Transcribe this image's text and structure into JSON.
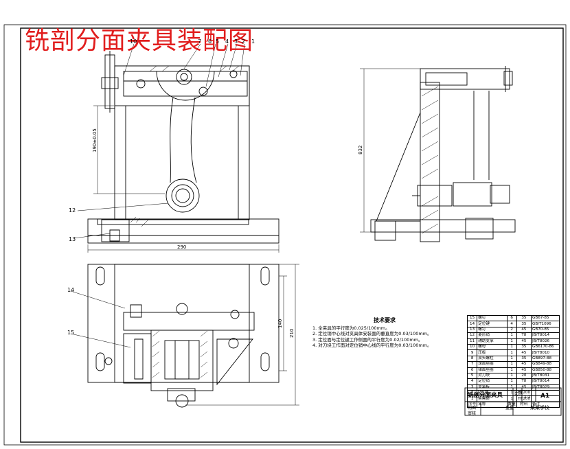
{
  "title": "铣剖分面夹具装配图",
  "front_view_callouts": {
    "c10": "10",
    "c7": "7",
    "c6": "6",
    "c5": "5",
    "c4": "4",
    "c3": "3",
    "c2": "2",
    "c1": "1",
    "c12": "12",
    "c13": "13"
  },
  "top_view_callouts": {
    "c14": "14",
    "c15": "15"
  },
  "dimensions": {
    "front_height": "190±0.05",
    "front_width": "290",
    "side_height": "832",
    "top_inner": "140",
    "top_outer": "210"
  },
  "tech_requirements": {
    "heading": "技术要求",
    "lines": [
      "1. 全夹具的平行度为0.025/100mm。",
      "2. 定位销中心线对夹具体安装面的垂直度为0.03/100mm。",
      "3. 定位面与定位键工作侧面的平行度为0.02/100mm。",
      "4. 对刀块工作面对定位销中心线的平行度为0.03/100mm。"
    ]
  },
  "bom": [
    [
      "15",
      "螺钉",
      "6",
      "35",
      "GB67-85"
    ],
    [
      "14",
      "定位键",
      "4",
      "35",
      "GB/T1096"
    ],
    [
      "13",
      "螺钉",
      "2",
      "45",
      "GB70-85"
    ],
    [
      "12",
      "菱形销",
      "1",
      "T8",
      "JB/T8014"
    ],
    [
      "11",
      "辅助支承",
      "1",
      "45",
      "JB/T8026"
    ],
    [
      "10",
      "螺母",
      "1",
      "35",
      "GB6170-86"
    ],
    [
      "9",
      "压板",
      "1",
      "45",
      "JB/T8010"
    ],
    [
      "8",
      "双头螺柱",
      "1",
      "35",
      "GB897-88"
    ],
    [
      "7",
      "球面垫圈",
      "1",
      "45",
      "GB849-88"
    ],
    [
      "6",
      "锥面垫圈",
      "1",
      "45",
      "GB850-88"
    ],
    [
      "5",
      "对刀块",
      "1",
      "20",
      "JB/T8031"
    ],
    [
      "4",
      "定位销",
      "1",
      "T8",
      "JB/T8014"
    ],
    [
      "3",
      "支承板",
      "1",
      "45",
      "JB/T8029"
    ],
    [
      "2",
      "V形块",
      "1",
      "HT200",
      ""
    ],
    [
      "1",
      "夹具体",
      "1",
      "HT200",
      ""
    ]
  ],
  "bom_header": [
    "序号",
    "名称",
    "数量",
    "材料",
    "备注"
  ],
  "title_block": {
    "drawing_name": "铣剖分面夹具",
    "scale_label": "比例",
    "scale": "1:1",
    "sheet": "A1",
    "school": "某某学校",
    "drawn_by": "制图",
    "checked_by": "审核",
    "weight": "重量"
  }
}
